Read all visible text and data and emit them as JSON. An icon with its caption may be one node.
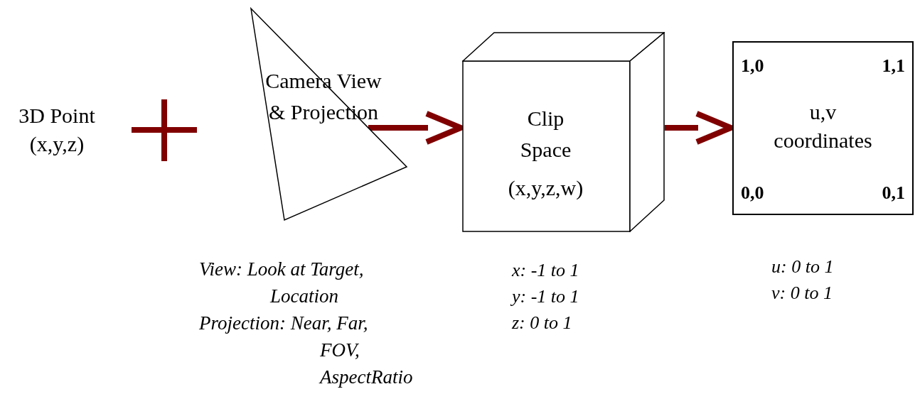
{
  "diagram": {
    "nodes": [
      {
        "text": [
          "3D Point (x,y,z)"
        ]
      },
      {
        "text": [
          "Camera View & Projection"
        ],
        "beside": [
          "View: Look at Target, Location",
          "Projection: Near, Far, FOV, AspectRatio"
        ]
      },
      {
        "text": [
          "Clip Space",
          "(x,y,z,w)"
        ],
        "beside": [
          "x: -1 to 1",
          "y: -1 to 1",
          "z: 0 to 1"
        ]
      },
      {
        "text": [
          "1,0",
          "1,1",
          "u,v coordinates",
          "0,0",
          "0,1"
        ],
        "beside": [
          "u: 0 to 1",
          "v: 0 to 1"
        ]
      }
    ],
    "edges": [
      {
        "from": 1,
        "to": 2,
        "arrow": "to",
        "color": "#800000"
      },
      {
        "from": 2,
        "to": 3,
        "arrow": "to",
        "color": "#800000"
      }
    ]
  }
}
